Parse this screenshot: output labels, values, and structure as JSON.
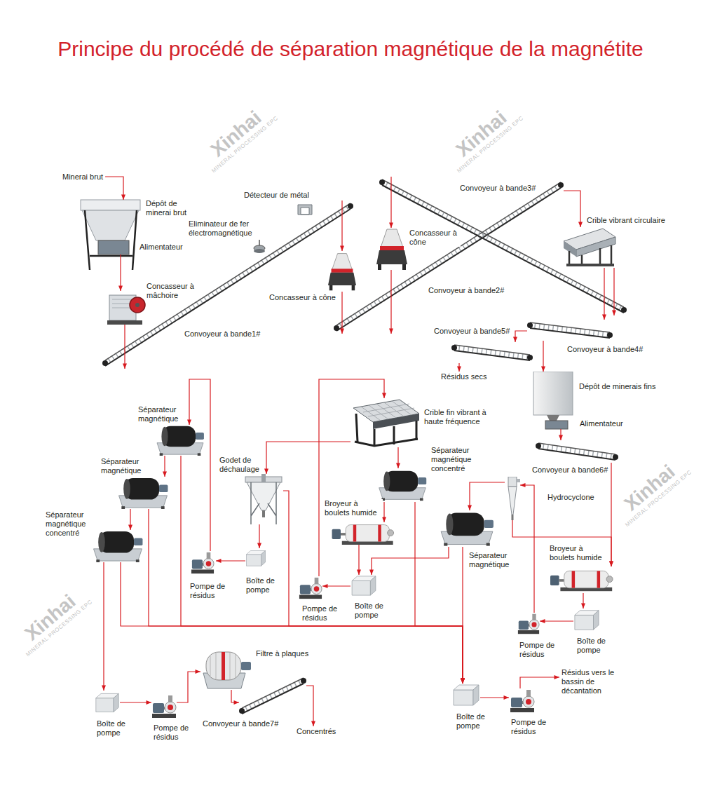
{
  "diagram": {
    "title": "Principe du procédé de séparation magnétique de la magnétite",
    "nodes": [
      {
        "text": [
          "Minerai brut"
        ]
      },
      {
        "text": [
          "Dépôt de minerai brut"
        ]
      },
      {
        "text": [
          "Alimentateur"
        ]
      },
      {
        "text": [
          "Concasseur à mâchoire"
        ]
      },
      {
        "text": [
          "Convoyeur à bande1#"
        ]
      },
      {
        "text": [
          "Eliminateur de fer électromagnétique"
        ]
      },
      {
        "text": [
          "Détecteur de métal"
        ]
      },
      {
        "text": [
          "Concasseur à cône"
        ]
      },
      {
        "text": [
          "Convoyeur à bande2#"
        ]
      },
      {
        "text": [
          "Concasseur à cône"
        ]
      },
      {
        "text": [
          "Convoyeur à bande3#"
        ]
      },
      {
        "text": [
          "Crible vibrant circulaire"
        ]
      },
      {
        "text": [
          "Convoyeur à bande4#"
        ]
      },
      {
        "text": [
          "Convoyeur à bande5#"
        ]
      },
      {
        "text": [
          "Résidus secs"
        ]
      },
      {
        "text": [
          "Dépôt de minerais fins"
        ]
      },
      {
        "text": [
          "Alimentateur"
        ]
      },
      {
        "text": [
          "Convoyeur à bande6#"
        ]
      },
      {
        "text": [
          "Hydrocyclone"
        ]
      },
      {
        "text": [
          "Broyeur à boulets humide"
        ]
      },
      {
        "text": [
          "Pompe de résidus"
        ]
      },
      {
        "text": [
          "Boîte de pompe"
        ]
      },
      {
        "text": [
          "Séparateur magnétique"
        ]
      },
      {
        "text": [
          "Broyeur à boulets humide"
        ]
      },
      {
        "text": [
          "Boîte de pompe"
        ]
      },
      {
        "text": [
          "Pompe de résidus"
        ]
      },
      {
        "text": [
          "Crible fin vibrant à haute fréquence"
        ]
      },
      {
        "text": [
          "Séparateur magnétique concentré"
        ]
      },
      {
        "text": [
          "Godet de déchaulage"
        ]
      },
      {
        "text": [
          "Boîte de pompe"
        ]
      },
      {
        "text": [
          "Pompe de résidus"
        ]
      },
      {
        "text": [
          "Séparateur magnétique"
        ]
      },
      {
        "text": [
          "Séparateur magnétique"
        ]
      },
      {
        "text": [
          "Séparateur magnétique concentré"
        ]
      },
      {
        "text": [
          "Filtre à plaques"
        ]
      },
      {
        "text": [
          "Boîte de pompe"
        ]
      },
      {
        "text": [
          "Pompe de résidus"
        ]
      },
      {
        "text": [
          "Convoyeur à bande7#"
        ]
      },
      {
        "text": [
          "Concentrés"
        ]
      },
      {
        "text": [
          "Boîte de pompe"
        ]
      },
      {
        "text": [
          "Pompe de résidus"
        ]
      },
      {
        "text": [
          "Résidus vers le bassin de décantation"
        ]
      }
    ],
    "edges": [
      {
        "from": 0,
        "to": 1,
        "arrow": "to"
      },
      {
        "from": 2,
        "to": 3,
        "arrow": "to"
      },
      {
        "from": 3,
        "to": 4,
        "arrow": "to"
      },
      {
        "from": 4,
        "to": 7,
        "arrow": "to"
      },
      {
        "from": 7,
        "to": 8,
        "arrow": "to"
      },
      {
        "from": 8,
        "to": 11,
        "arrow": "to"
      },
      {
        "from": 11,
        "to": 10,
        "arrow": "to"
      },
      {
        "from": 10,
        "to": 9,
        "arrow": "to"
      },
      {
        "from": 9,
        "to": 8,
        "arrow": "to"
      },
      {
        "from": 11,
        "to": 12,
        "arrow": "to"
      },
      {
        "from": 12,
        "to": 13,
        "arrow": "to"
      },
      {
        "from": 13,
        "to": 14,
        "arrow": "to"
      },
      {
        "from": 12,
        "to": 15,
        "arrow": "to"
      },
      {
        "from": 16,
        "to": 17,
        "arrow": "to"
      },
      {
        "from": 17,
        "to": 19,
        "arrow": "to"
      },
      {
        "from": 19,
        "to": 21,
        "arrow": "to"
      },
      {
        "from": 21,
        "to": 20,
        "arrow": "to"
      },
      {
        "from": 20,
        "to": 18,
        "arrow": "to"
      },
      {
        "from": 18,
        "to": 19,
        "arrow": "to"
      },
      {
        "from": 18,
        "to": 22,
        "arrow": "to"
      },
      {
        "from": 22,
        "to": 24,
        "arrow": "to"
      },
      {
        "from": 22,
        "to": 39,
        "arrow": "to"
      },
      {
        "from": 23,
        "to": 24,
        "arrow": "to"
      },
      {
        "from": 24,
        "to": 25,
        "arrow": "to"
      },
      {
        "from": 25,
        "to": 26,
        "arrow": "to"
      },
      {
        "from": 26,
        "to": 27,
        "arrow": "to"
      },
      {
        "from": 26,
        "to": 28,
        "arrow": "to"
      },
      {
        "from": 27,
        "to": 23,
        "arrow": "to"
      },
      {
        "from": 27,
        "to": 39,
        "arrow": "to"
      },
      {
        "from": 28,
        "to": 29,
        "arrow": "to"
      },
      {
        "from": 28,
        "to": 39,
        "arrow": "to"
      },
      {
        "from": 29,
        "to": 30,
        "arrow": "to"
      },
      {
        "from": 30,
        "to": 31,
        "arrow": "to"
      },
      {
        "from": 31,
        "to": 32,
        "arrow": "to"
      },
      {
        "from": 31,
        "to": 39,
        "arrow": "to"
      },
      {
        "from": 32,
        "to": 33,
        "arrow": "to"
      },
      {
        "from": 32,
        "to": 39,
        "arrow": "to"
      },
      {
        "from": 33,
        "to": 39,
        "arrow": "to"
      },
      {
        "from": 33,
        "to": 35,
        "arrow": "to"
      },
      {
        "from": 35,
        "to": 36,
        "arrow": "to"
      },
      {
        "from": 36,
        "to": 34,
        "arrow": "to"
      },
      {
        "from": 34,
        "to": 37,
        "arrow": "to"
      },
      {
        "from": 37,
        "to": 38,
        "arrow": "to"
      },
      {
        "from": 39,
        "to": 40,
        "arrow": "to"
      },
      {
        "from": 40,
        "to": 41,
        "arrow": "to"
      }
    ],
    "labels": [
      "Xinhai",
      "MINERAL PROCESSING EPC",
      "Xinhai",
      "MINERAL PROCESSING EPC",
      "Xinhai",
      "MINERAL PROCESSING EPC",
      "Xinhai",
      "MINERAL PROCESSING EPC"
    ]
  }
}
